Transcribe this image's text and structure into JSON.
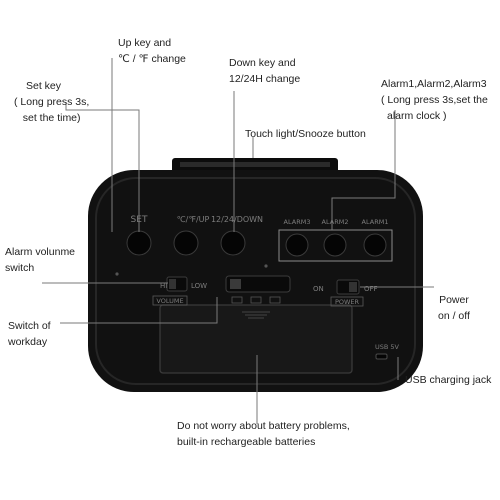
{
  "callouts": {
    "up_key": [
      "Up key and",
      "℃ / ℉ change"
    ],
    "down_key": [
      "Down key and",
      "12/24H change"
    ],
    "set_key": [
      "Set key",
      "( Long press 3s,",
      "set the time)"
    ],
    "alarms": [
      "Alarm1,Alarm2,Alarm3",
      "( Long press 3s,set the",
      "alarm clock )"
    ],
    "touch": "Touch light/Snooze button",
    "volume": [
      "Alarm volunme",
      "switch"
    ],
    "power": [
      "Power",
      "on / off"
    ],
    "workday": [
      "Switch of",
      "workday"
    ],
    "usb": "USB charging jack",
    "battery": [
      "Do not worry about battery problems,",
      "built-in rechargeable batteries"
    ]
  },
  "panel": {
    "set": "SET",
    "temp_up": "℃/℉/UP",
    "mode_down": "12/24/DOWN",
    "alarm3": "ALARM3",
    "alarm2": "ALARM2",
    "alarm1": "ALARM1",
    "high": "HIGH",
    "low": "LOW",
    "volume": "VOLUME",
    "on": "ON",
    "off": "OFF",
    "power": "POWER",
    "usb": "USB 5V"
  },
  "colors": {
    "body": "#111111",
    "panel": "#1c1c1c",
    "leader": "#7a7a7a",
    "highlight": "#4c4c4c"
  }
}
